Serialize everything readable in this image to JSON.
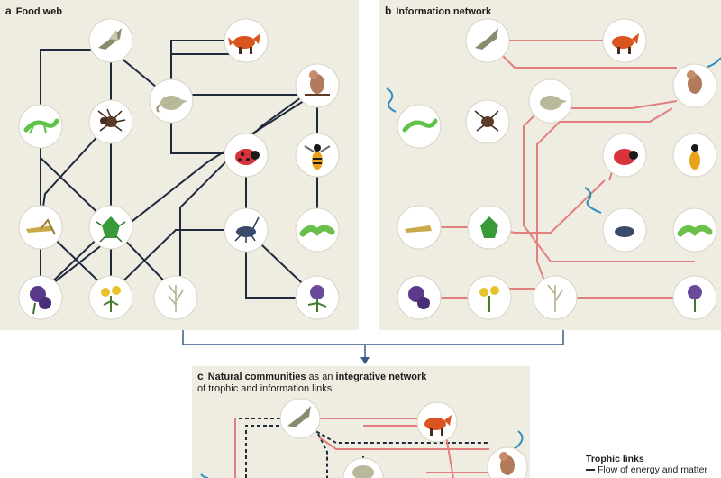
{
  "panel_a": {
    "letter": "a",
    "title": "Food web"
  },
  "panel_b": {
    "letter": "b",
    "title": "Information network"
  },
  "panel_c": {
    "letter": "c",
    "title_bold_1": "Natural communities",
    "title_mid": " as an ",
    "title_bold_2": "integrative network",
    "title_line2": "of trophic and information links"
  },
  "legend": {
    "title": "Trophic links",
    "item": "Flow of energy and matter"
  },
  "colors": {
    "trophic": "#1f2b3c",
    "information": "#e27f7f",
    "cue_arrow": "#2a8fc0",
    "panel_bg": "#efece2"
  },
  "organisms": [
    "bird-icon",
    "fox-icon",
    "shrew-icon",
    "songbird-icon",
    "lizard-icon",
    "spider-icon",
    "ladybug-icon",
    "wasp-icon",
    "grasshopper-icon",
    "stinkbug-icon",
    "aphid-icon",
    "caterpillar-icon",
    "purple-flower-icon",
    "yellow-flower-icon",
    "grass-icon",
    "clover-icon"
  ]
}
